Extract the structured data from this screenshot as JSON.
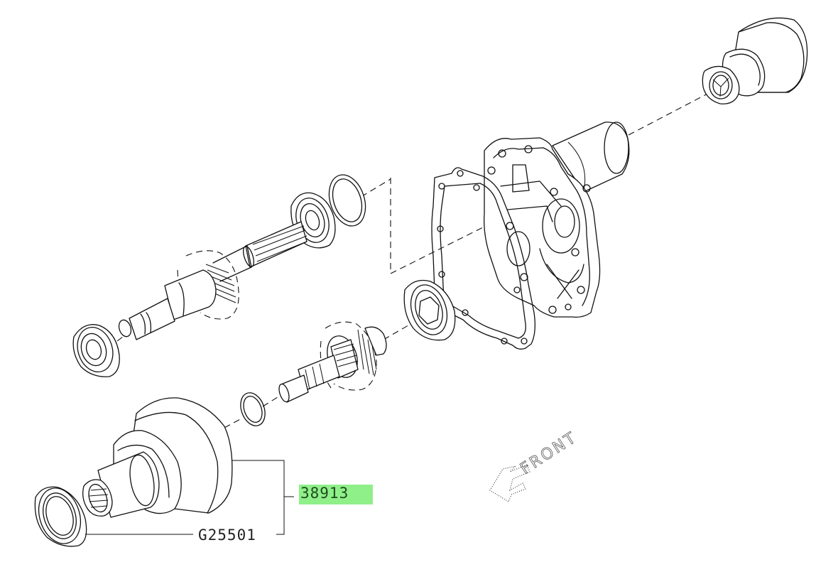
{
  "diagram": {
    "title": "Exploded parts diagram - transfer / extension housing assembly",
    "background": "#ffffff",
    "line_color": "#111111",
    "highlight_color": "#8ff08a"
  },
  "callouts": [
    {
      "id": "38913",
      "text": "38913",
      "highlighted": true
    },
    {
      "id": "G25501",
      "text": "G25501",
      "highlighted": false
    }
  ],
  "orientation": {
    "label": "FRONT",
    "icon": "arrow-left-icon"
  },
  "parts": [
    {
      "name": "extension-sleeve-and-seal",
      "position": "top-right"
    },
    {
      "name": "extension-housing",
      "position": "center-right"
    },
    {
      "name": "housing-gasket",
      "position": "center"
    },
    {
      "name": "drive-shaft-with-helical-gear",
      "position": "upper-left"
    },
    {
      "name": "shaft-bearing-front",
      "position": "left"
    },
    {
      "name": "shaft-bearing-rear",
      "position": "upper-center"
    },
    {
      "name": "snap-ring",
      "position": "upper-center"
    },
    {
      "name": "pinion-gear-shaft",
      "position": "center"
    },
    {
      "name": "pinion-bearing",
      "position": "center"
    },
    {
      "name": "o-ring",
      "position": "lower-center"
    },
    {
      "name": "transfer-clutch-drum",
      "position": "lower-left"
    },
    {
      "name": "oil-seal",
      "position": "bottom-left"
    }
  ]
}
